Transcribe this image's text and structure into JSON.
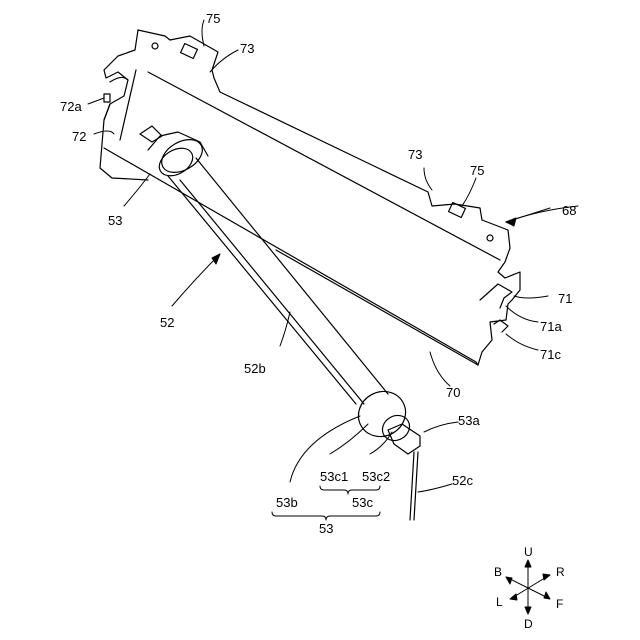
{
  "labels": {
    "l75a": "75",
    "l73a": "73",
    "l72a": "72a",
    "l72": "72",
    "l53top": "53",
    "l73b": "73",
    "l75b": "75",
    "l68": "68",
    "l52": "52",
    "l71": "71",
    "l71a": "71a",
    "l71c": "71c",
    "l52b": "52b",
    "l70": "70",
    "l53a": "53a",
    "l53c1": "53c1",
    "l53c2": "53c2",
    "l52c": "52c",
    "l53b": "53b",
    "l53c": "53c",
    "l53bottom": "53"
  },
  "directions": {
    "up": "U",
    "down": "D",
    "back": "B",
    "right": "R",
    "left": "L",
    "front": "F"
  }
}
